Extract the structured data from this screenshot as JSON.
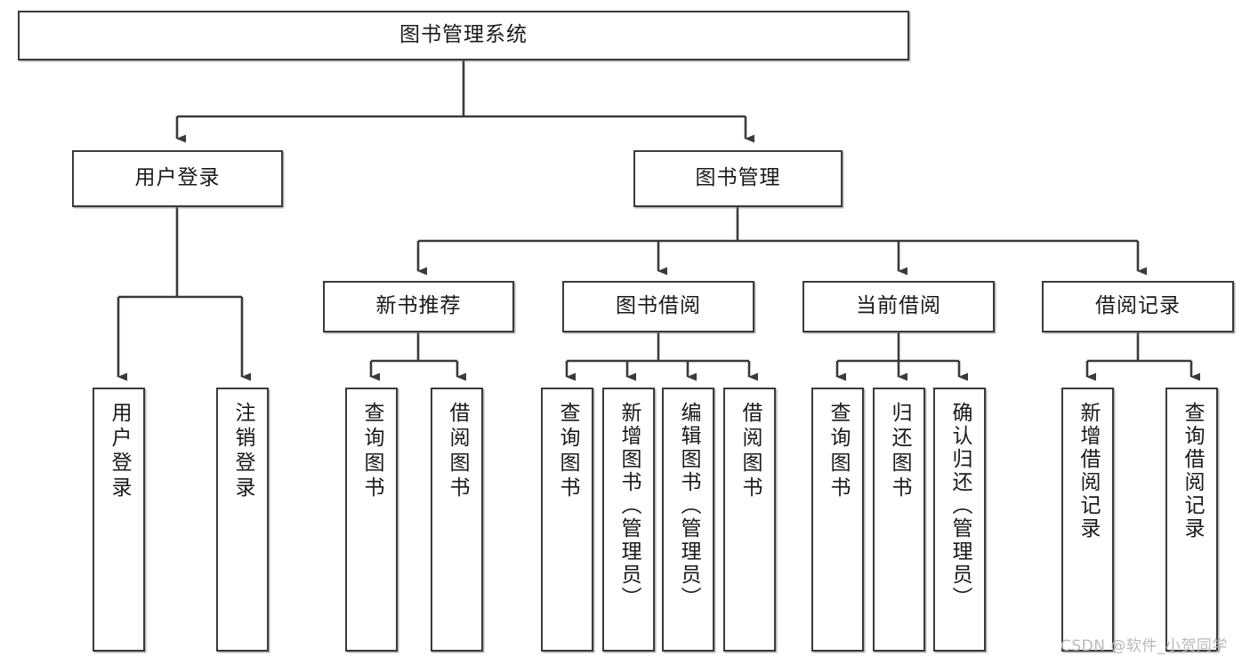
{
  "diagram": {
    "title": "图书管理系统",
    "type": "tree-structure-chart",
    "watermark": "CSDN @软件_小贺同学",
    "colors": {
      "box_border": "#3a3a3a",
      "box_fill": "#ffffff",
      "line": "#3a3a3a",
      "text": "#1a1a1a",
      "watermark": "#b9b9b9",
      "background": "#ffffff"
    },
    "root": {
      "label": "图书管理系统"
    },
    "level2": [
      {
        "label": "用户登录"
      },
      {
        "label": "图书管理"
      }
    ],
    "level3": [
      {
        "label": "新书推荐"
      },
      {
        "label": "图书借阅"
      },
      {
        "label": "当前借阅"
      },
      {
        "label": "借阅记录"
      }
    ],
    "leaves": {
      "user_login": [
        {
          "label": "用户登录"
        },
        {
          "label": "注销登录"
        }
      ],
      "new_book_recommend": [
        {
          "label": "查询图书"
        },
        {
          "label": "借阅图书"
        }
      ],
      "book_borrow": [
        {
          "label": "查询图书"
        },
        {
          "label": "新增图书（管理员）"
        },
        {
          "label": "编辑图书（管理员）"
        },
        {
          "label": "借阅图书"
        }
      ],
      "current_borrow": [
        {
          "label": "查询图书"
        },
        {
          "label": "归还图书"
        },
        {
          "label": "确认归还（管理员）"
        }
      ],
      "borrow_record": [
        {
          "label": "新增借阅记录"
        },
        {
          "label": "查询借阅记录"
        }
      ]
    }
  }
}
